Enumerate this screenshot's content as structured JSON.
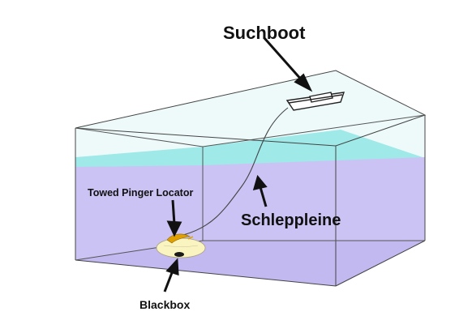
{
  "labels": {
    "search_boat": "Suchboot",
    "tow_line": "Schleppleine",
    "towed_pinger_locator": "Towed Pinger Locator",
    "black_box": "Blackbox"
  },
  "colors": {
    "water": "#cbc3f4",
    "water_surface": "#8fe6e6",
    "air": "#ecfafa",
    "edge": "#444444",
    "dome": "#fbf7c6",
    "device": "#e8a800"
  }
}
